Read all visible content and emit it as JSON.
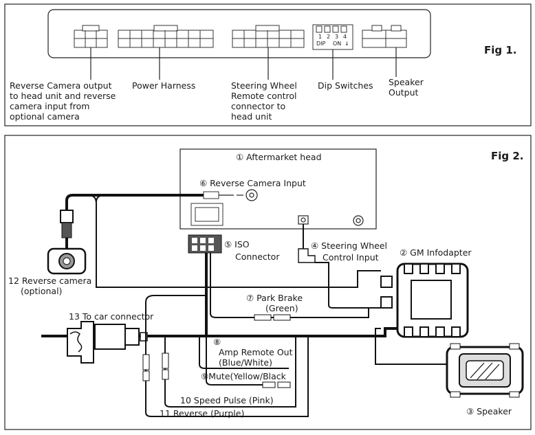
{
  "fig1": {
    "title": "Fig 1.",
    "labels": {
      "reverse_camera": [
        "Reverse Camera output",
        "to head unit and reverse",
        "camera input from",
        "optional camera"
      ],
      "power_harness": [
        "Power Harness"
      ],
      "steering_wheel": [
        "Steering Wheel",
        "Remote control",
        "connector to",
        "head unit"
      ],
      "dip_switches": [
        "Dip Switches"
      ],
      "speaker_output": [
        "Speaker",
        "Output"
      ]
    },
    "dip": {
      "numbers": [
        "1",
        "2",
        "3",
        "4"
      ],
      "dip_label": "DIP",
      "on_label": "ON",
      "arrow": "↓"
    }
  },
  "fig2": {
    "title": "Fig 2.",
    "labels": {
      "aftermarket": "① Aftermarket head",
      "reverse_cam_input": "⑥ Reverse Camera Input",
      "iso": [
        "⑤ ISO",
        "Connector"
      ],
      "steering": [
        "④ Steering Wheel",
        "Control Input"
      ],
      "infodapter": "② GM Infodapter",
      "reverse_camera": [
        "12  Reverse camera",
        "(optional)"
      ],
      "park_brake": [
        "⑦ Park Brake",
        "(Green)"
      ],
      "car_connector": "13 To car connector",
      "amp_remote": [
        "⑧",
        "Amp Remote Out",
        "(Blue/White)"
      ],
      "mute": "⑨Mute(Yellow/Black",
      "speed_pulse": "10 Speed Pulse (Pink)",
      "reverse": "11 Reverse (Purple)",
      "speaker": "③ Speaker"
    }
  }
}
